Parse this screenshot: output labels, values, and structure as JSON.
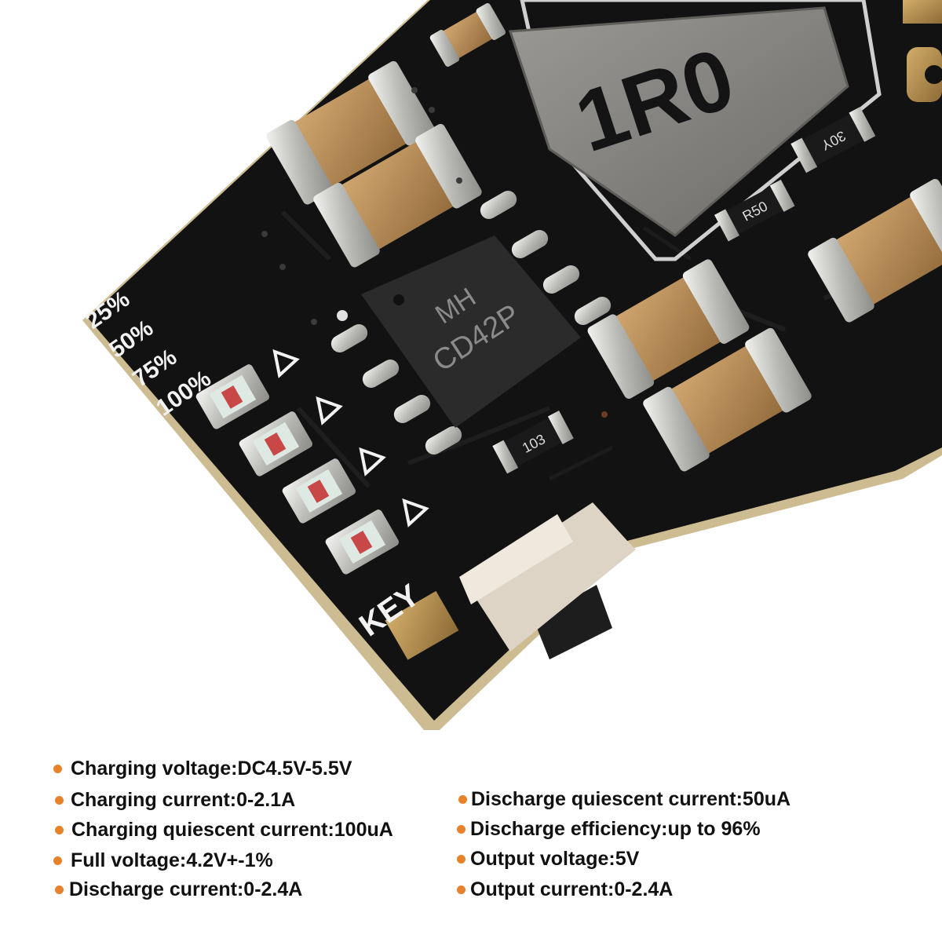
{
  "board": {
    "inductor_marking": "1R0",
    "chip_marking_line1": "MH",
    "chip_marking_line2": "CD42P",
    "resistor_103": "103",
    "resistor_r50": "R50",
    "diode_marking": "30Y",
    "led_labels": [
      "25%",
      "50%",
      "75%",
      "100%"
    ],
    "key_label": "KEY"
  },
  "colors": {
    "bullet": "#e8822a",
    "pcb": "#121212",
    "pad_silver": "#c9c9c6",
    "capacitor_tan": "#b98c5a",
    "inductor_gray": "#7d7b78",
    "pcb_edge": "#cdbb92"
  },
  "specs": {
    "left": [
      "Charging voltage:DC4.5V-5.5V",
      "Charging current:0-2.1A",
      "Charging quiescent current:100uA",
      "Full voltage:4.2V+-1%",
      "Discharge current:0-2.4A"
    ],
    "right": [
      "Discharge quiescent current:50uA",
      "Discharge efficiency:up to 96%",
      "Output voltage:5V",
      "Output current:0-2.4A"
    ]
  }
}
